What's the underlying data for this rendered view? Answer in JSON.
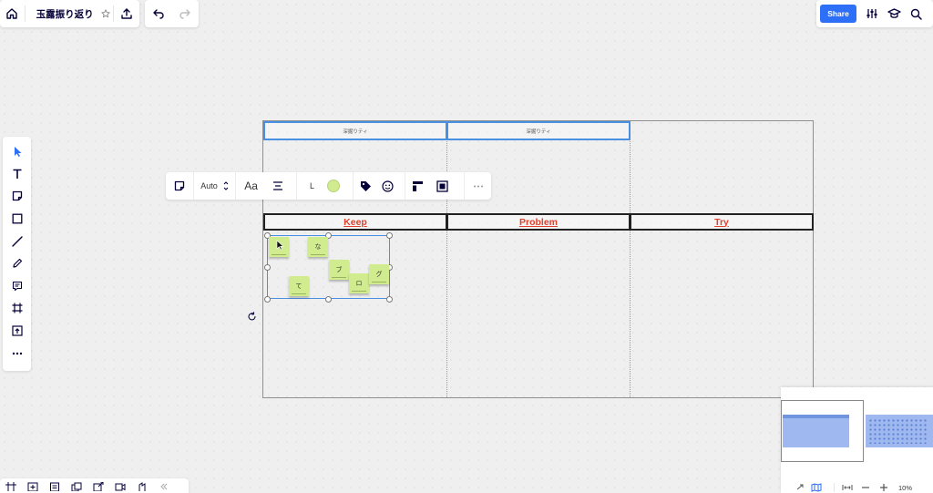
{
  "board": {
    "title": "玉露振り返り"
  },
  "topbar": {
    "share_label": "Share"
  },
  "table": {
    "sub_headers": [
      "深掘りティ",
      "深掘りティ"
    ],
    "kpt_headers": [
      "Keep",
      "Problem",
      "Try"
    ]
  },
  "context_toolbar": {
    "auto_label": "Auto",
    "font_label": "Aa",
    "size_label": "L",
    "sticky_color": "#d0ec8f"
  },
  "stickies": [
    "な",
    "ブ",
    "ロ",
    "グ",
    "て"
  ],
  "minimap": {
    "zoom_level": "10%"
  },
  "colors": {
    "accent": "#2d6ff7",
    "kpt_text": "#e0412d",
    "selection": "#4a90e2",
    "sticky": "#d0ec8f"
  },
  "icons": {
    "left_toolbar": [
      "select-icon",
      "text-icon",
      "sticky-note-icon",
      "shape-icon",
      "line-icon",
      "pen-icon",
      "comment-icon",
      "frame-icon",
      "upload-icon",
      "more-icon"
    ],
    "bottom_bar": [
      "frames-icon",
      "board-icon",
      "notes-icon",
      "layers-icon",
      "share-screen-icon",
      "video-icon",
      "apps-icon",
      "collapse-icon"
    ]
  }
}
